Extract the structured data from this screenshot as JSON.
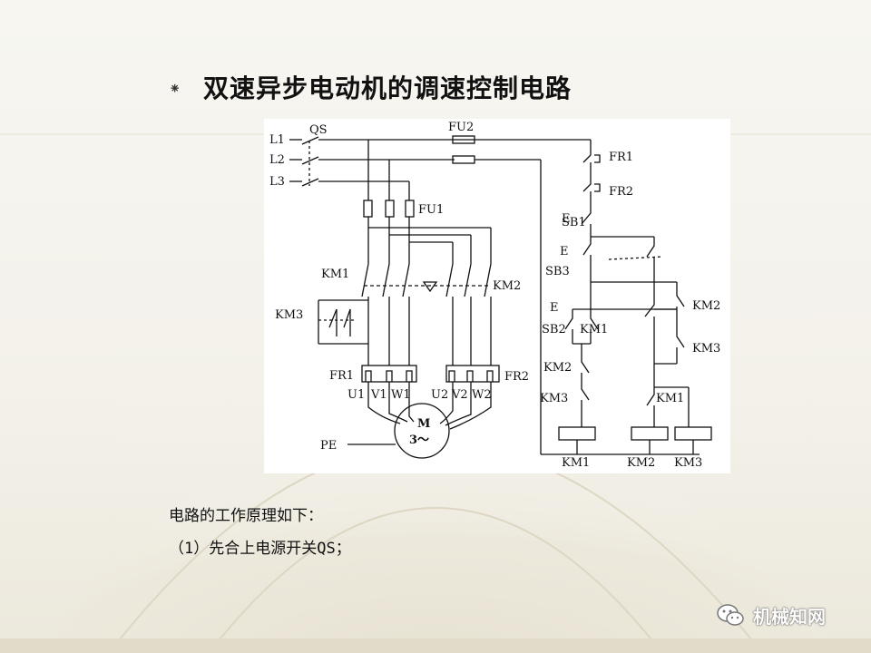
{
  "slide": {
    "bullet": "⁕",
    "title": "双速异步电动机的调速控制电路",
    "body_line_1": "电路的工作原理如下：",
    "body_line_2": "（1）先合上电源开关QS；"
  },
  "watermark": {
    "text": "机械知网",
    "icon": "wechat-icon"
  },
  "diagram": {
    "labels": {
      "L1": "L1",
      "L2": "L2",
      "L3": "L3",
      "QS": "QS",
      "FU2": "FU2",
      "FU1": "FU1",
      "KM1_main": "KM1",
      "KM2_main": "KM2",
      "KM3_main": "KM3",
      "FR1_main": "FR1",
      "FR2_main": "FR2",
      "U1": "U1",
      "V1": "V1",
      "W1": "W1",
      "U2": "U2",
      "V2": "V2",
      "W2": "W2",
      "PE": "PE",
      "M": "M",
      "motor_phase": "3～",
      "FR1_ctrl": "FR1",
      "FR2_ctrl": "FR2",
      "SB1": "SB1",
      "SB3": "SB3",
      "SB2": "SB2",
      "KM1_aux_a": "KM1",
      "KM2_aux_a": "KM2",
      "KM3_aux_a": "KM3",
      "KM2_aux_b": "KM2",
      "KM3_aux_b": "KM3",
      "KM1_aux_b": "KM1",
      "KM1_coil": "KM1",
      "KM2_coil": "KM2",
      "KM3_coil": "KM3",
      "E1": "E",
      "E2": "E",
      "E3": "E"
    }
  }
}
